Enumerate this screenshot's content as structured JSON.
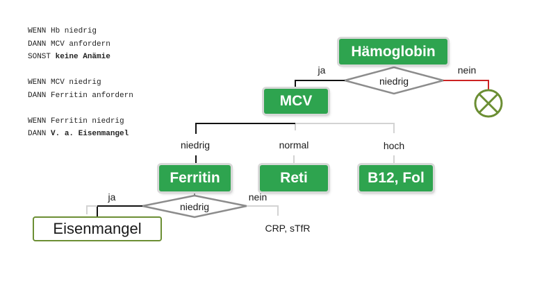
{
  "rules": {
    "r1": "WENN Hb niedrig",
    "r2": "DANN MCV anfordern",
    "r3_prefix": "SONST ",
    "r3_bold": "keine Anämie",
    "r4": "WENN MCV niedrig",
    "r5": "DANN Ferritin anfordern",
    "r6": "WENN Ferritin niedrig",
    "r7_prefix": "DANN ",
    "r7_bold": "V. a. Eisenmangel"
  },
  "nodes": {
    "haemoglobin": "Hämoglobin",
    "mcv": "MCV",
    "ferritin": "Ferritin",
    "reti": "Reti",
    "b12fol": "B12, Fol",
    "eisenmangel": "Eisenmangel",
    "crp": "CRP, sTfR"
  },
  "decisions": {
    "hb": "niedrig",
    "ferritin": "niedrig"
  },
  "edges": {
    "hb_yes": "ja",
    "hb_no": "nein",
    "mcv_low": "niedrig",
    "mcv_normal": "normal",
    "mcv_high": "hoch",
    "fer_yes": "ja",
    "fer_no": "nein"
  },
  "colors": {
    "node_green": "#2ea44f",
    "outline_green": "#6b8e33",
    "stop_line": "#cc2222",
    "stop_icon": "#6b8e33"
  },
  "icons": {
    "stop": "circle-x-icon"
  }
}
